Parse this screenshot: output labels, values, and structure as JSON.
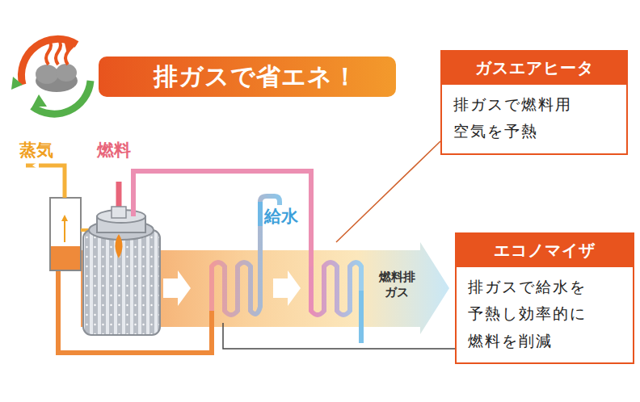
{
  "diagram": {
    "title": "排ガスで省エネ！",
    "nodes": [
      {
        "text": [
          "ガスエアヒータ",
          "排ガスで燃料用 空気を予熱"
        ]
      },
      {
        "text": [
          "エコノマイザ",
          "排ガスで給水を 予熱し効率的に 燃料を削減"
        ]
      }
    ],
    "labels": [
      "蒸気",
      "燃料",
      "給水",
      "燃料排 ガス"
    ]
  }
}
